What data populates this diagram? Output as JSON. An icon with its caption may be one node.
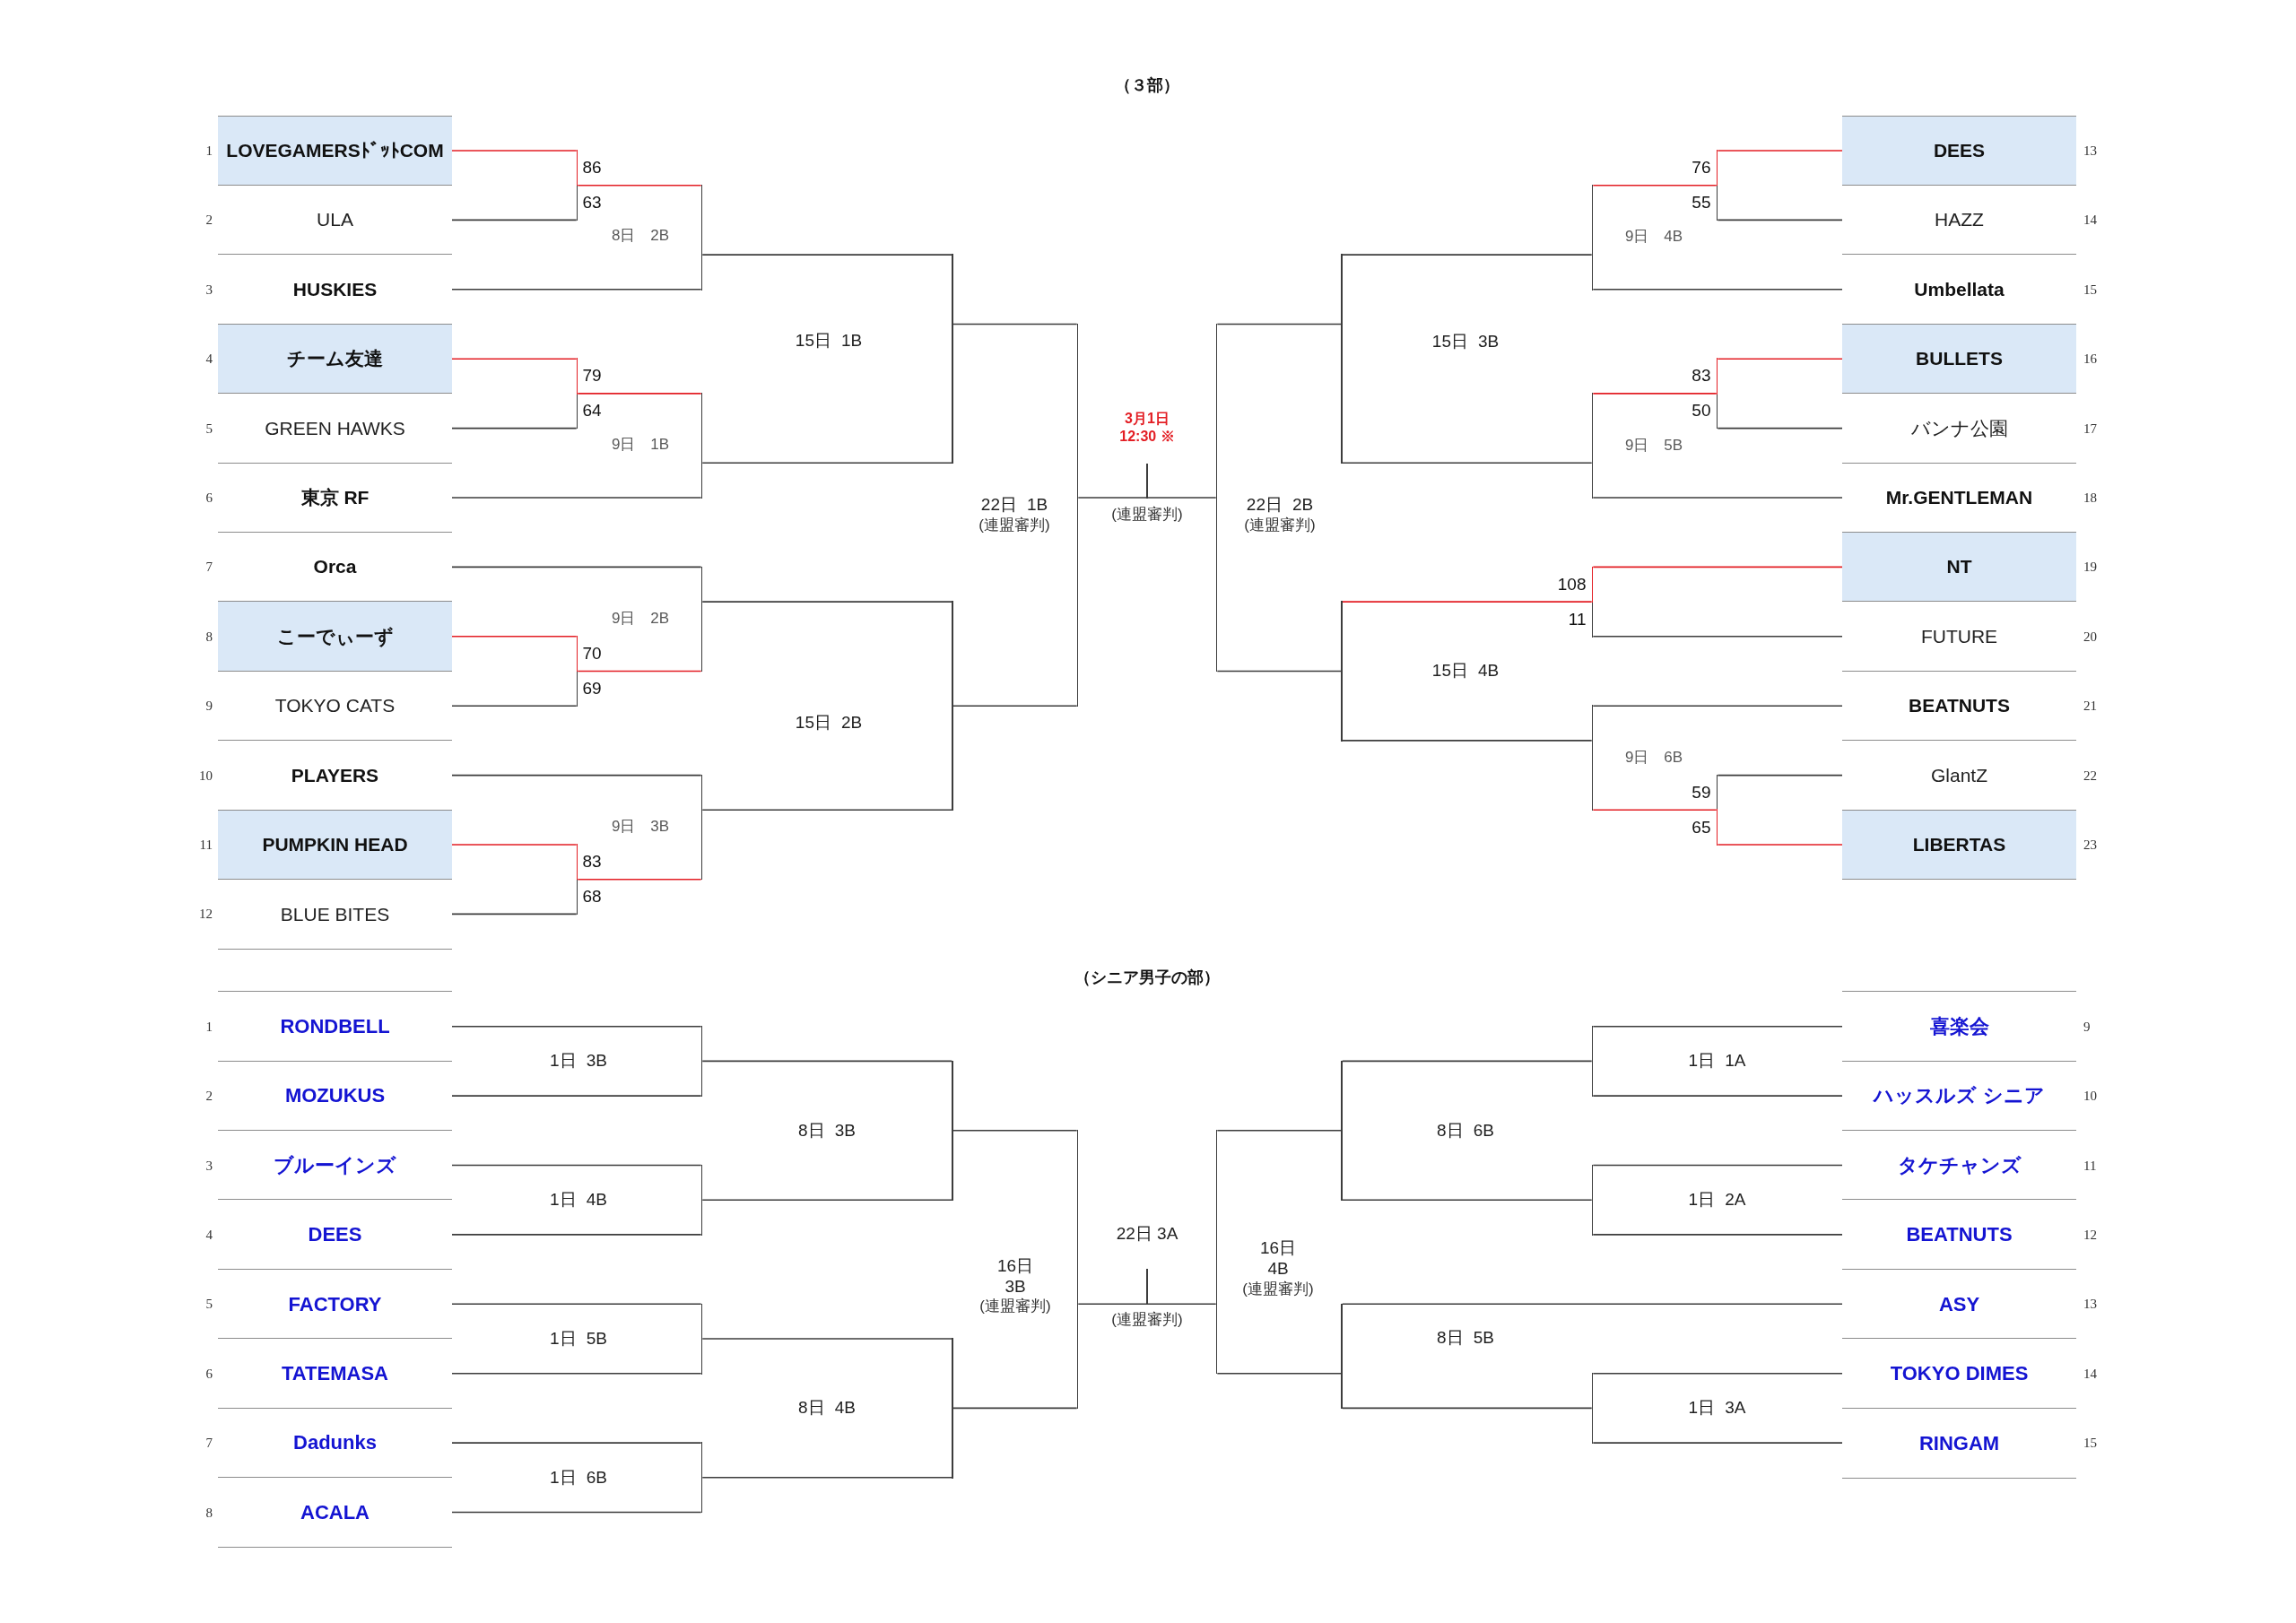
{
  "diagram": {
    "nodes": [
      {
        "text": [
          "LOVEGAMERSﾄﾞｯﾄCOM"
        ],
        "beside": [
          "1"
        ]
      },
      {
        "text": [
          "ULA"
        ],
        "beside": [
          "2"
        ]
      },
      {
        "text": [
          "HUSKIES"
        ],
        "beside": [
          "3"
        ]
      },
      {
        "text": [
          "チーム友達"
        ],
        "beside": [
          "4"
        ]
      },
      {
        "text": [
          "GREEN HAWKS"
        ],
        "beside": [
          "5"
        ]
      },
      {
        "text": [
          "東京 RF"
        ],
        "beside": [
          "6"
        ]
      },
      {
        "text": [
          "Orca"
        ],
        "beside": [
          "7"
        ]
      },
      {
        "text": [
          "こーでぃーず"
        ],
        "beside": [
          "8"
        ]
      },
      {
        "text": [
          "TOKYO CATS"
        ],
        "beside": [
          "9"
        ]
      },
      {
        "text": [
          "PLAYERS"
        ],
        "beside": [
          "10"
        ]
      },
      {
        "text": [
          "PUMPKIN HEAD"
        ],
        "beside": [
          "11"
        ]
      },
      {
        "text": [
          "BLUE BITES"
        ],
        "beside": [
          "12"
        ]
      },
      {
        "text": [],
        "shape": "bar",
        "beside": [
          "86",
          "63"
        ]
      },
      {
        "text": [],
        "shape": "bar",
        "beside": [
          "8日　2B"
        ]
      },
      {
        "text": [],
        "shape": "bar",
        "beside": [
          "79",
          "64"
        ]
      },
      {
        "text": [],
        "shape": "bar",
        "beside": [
          "9日　1B"
        ]
      },
      {
        "text": [],
        "shape": "bar"
      },
      {
        "text": [],
        "shape": "bar",
        "beside": [
          "9日　2B"
        ]
      },
      {
        "text": [],
        "shape": "bar",
        "beside": [
          "70",
          "69"
        ]
      },
      {
        "text": [],
        "shape": "bar",
        "beside": [
          "9日　3B"
        ]
      },
      {
        "text": [],
        "shape": "bar",
        "beside": [
          "83",
          "68"
        ]
      },
      {
        "text": [],
        "shape": "bar"
      },
      {
        "text": [],
        "shape": "bar",
        "beside": [
          "22日 1B",
          "(連盟審判)"
        ]
      },
      {
        "text": [],
        "shape": "bar",
        "beside": [
          "3月1日 12:30 ※",
          "(連盟審判)"
        ]
      },
      {
        "text": [],
        "shape": "bar",
        "beside": [
          "22日 2B",
          "(連盟審判)"
        ]
      },
      {
        "text": [],
        "shape": "bar"
      },
      {
        "text": [],
        "shape": "bar",
        "beside": [
          "9日　4B"
        ]
      },
      {
        "text": [],
        "shape": "bar",
        "beside": [
          "76",
          "55"
        ]
      },
      {
        "text": [],
        "shape": "bar",
        "beside": [
          "9日　5B"
        ]
      },
      {
        "text": [],
        "shape": "bar",
        "beside": [
          "83",
          "50"
        ]
      },
      {
        "text": [],
        "shape": "bar"
      },
      {
        "text": [],
        "shape": "bar",
        "beside": [
          "108",
          "11"
        ]
      },
      {
        "text": [],
        "shape": "bar",
        "beside": [
          "9日　6B"
        ]
      },
      {
        "text": [],
        "shape": "bar",
        "beside": [
          "59",
          "65"
        ]
      },
      {
        "text": [
          "DEES"
        ],
        "beside": [
          "13"
        ]
      },
      {
        "text": [
          "HAZZ"
        ],
        "beside": [
          "14"
        ]
      },
      {
        "text": [
          "Umbellata"
        ],
        "beside": [
          "15"
        ]
      },
      {
        "text": [
          "BULLETS"
        ],
        "beside": [
          "16"
        ]
      },
      {
        "text": [
          "バンナ公園"
        ],
        "beside": [
          "17"
        ]
      },
      {
        "text": [
          "Mr.GENTLEMAN"
        ],
        "beside": [
          "18"
        ]
      },
      {
        "text": [
          "NT"
        ],
        "beside": [
          "19"
        ]
      },
      {
        "text": [
          "FUTURE"
        ],
        "beside": [
          "20"
        ]
      },
      {
        "text": [
          "BEATNUTS"
        ],
        "beside": [
          "21"
        ]
      },
      {
        "text": [
          "GlantZ"
        ],
        "beside": [
          "22"
        ]
      },
      {
        "text": [
          "LIBERTAS"
        ],
        "beside": [
          "23"
        ]
      },
      {
        "text": [
          "RONDBELL"
        ],
        "beside": [
          "1"
        ]
      },
      {
        "text": [
          "MOZUKUS"
        ],
        "beside": [
          "2"
        ]
      },
      {
        "text": [
          "ブルーインズ"
        ],
        "beside": [
          "3"
        ]
      },
      {
        "text": [
          "DEES"
        ],
        "beside": [
          "4"
        ]
      },
      {
        "text": [
          "FACTORY"
        ],
        "beside": [
          "5"
        ]
      },
      {
        "text": [
          "TATEMASA"
        ],
        "beside": [
          "6"
        ]
      },
      {
        "text": [
          "Dadunks"
        ],
        "beside": [
          "7"
        ]
      },
      {
        "text": [
          "ACALA"
        ],
        "beside": [
          "8"
        ]
      },
      {
        "text": [],
        "shape": "bar"
      },
      {
        "text": [],
        "shape": "bar"
      },
      {
        "text": [],
        "shape": "bar"
      },
      {
        "text": [],
        "shape": "bar"
      },
      {
        "text": [],
        "shape": "bar"
      },
      {
        "text": [],
        "shape": "bar"
      },
      {
        "text": [],
        "shape": "bar",
        "beside": [
          "16日 3B",
          "(連盟審判)"
        ]
      },
      {
        "text": [],
        "shape": "bar",
        "beside": [
          "22日 3A",
          "(連盟審判)"
        ]
      },
      {
        "text": [],
        "shape": "bar",
        "beside": [
          "16日 4B",
          "(連盟審判)"
        ]
      },
      {
        "text": [],
        "shape": "bar"
      },
      {
        "text": [],
        "shape": "bar"
      },
      {
        "text": [],
        "shape": "bar"
      },
      {
        "text": [],
        "shape": "bar"
      },
      {
        "text": [],
        "shape": "bar"
      },
      {
        "text": [
          "喜楽会"
        ],
        "beside": [
          "9"
        ]
      },
      {
        "text": [
          "ハッスルズ シニア"
        ],
        "beside": [
          "10"
        ]
      },
      {
        "text": [
          "タケチャンズ"
        ],
        "beside": [
          "11"
        ]
      },
      {
        "text": [
          "BEATNUTS"
        ],
        "beside": [
          "12"
        ]
      },
      {
        "text": [
          "ASY"
        ],
        "beside": [
          "13"
        ]
      },
      {
        "text": [
          "TOKYO DIMES"
        ],
        "beside": [
          "14"
        ]
      },
      {
        "text": [
          "RINGAM"
        ],
        "beside": [
          "15"
        ]
      }
    ],
    "edges": [
      {
        "from": 0,
        "to": 12,
        "arrow": "none",
        "color": "#e31e24"
      },
      {
        "from": 1,
        "to": 12,
        "arrow": "none"
      },
      {
        "from": 12,
        "to": 13,
        "arrow": "none",
        "color": "#e31e24"
      },
      {
        "from": 2,
        "to": 13,
        "arrow": "none"
      },
      {
        "from": 3,
        "to": 14,
        "arrow": "none",
        "color": "#e31e24"
      },
      {
        "from": 4,
        "to": 14,
        "arrow": "none"
      },
      {
        "from": 14,
        "to": 15,
        "arrow": "none",
        "color": "#e31e24"
      },
      {
        "from": 5,
        "to": 15,
        "arrow": "none"
      },
      {
        "from": 13,
        "to": 16,
        "arrow": "none"
      },
      {
        "from": 15,
        "to": 16,
        "arrow": "none"
      },
      {
        "from": 6,
        "to": 17,
        "arrow": "none"
      },
      {
        "from": 18,
        "to": 17,
        "arrow": "none",
        "color": "#e31e24"
      },
      {
        "from": 7,
        "to": 18,
        "arrow": "none",
        "color": "#e31e24"
      },
      {
        "from": 8,
        "to": 18,
        "arrow": "none"
      },
      {
        "from": 9,
        "to": 19,
        "arrow": "none"
      },
      {
        "from": 20,
        "to": 19,
        "arrow": "none",
        "color": "#e31e24"
      },
      {
        "from": 10,
        "to": 20,
        "arrow": "none",
        "color": "#e31e24"
      },
      {
        "from": 11,
        "to": 20,
        "arrow": "none"
      },
      {
        "from": 17,
        "to": 21,
        "arrow": "none"
      },
      {
        "from": 19,
        "to": 21,
        "arrow": "none"
      },
      {
        "from": 16,
        "to": 22,
        "arrow": "none"
      },
      {
        "from": 21,
        "to": 22,
        "arrow": "none"
      },
      {
        "from": 22,
        "to": 23,
        "arrow": "none"
      },
      {
        "from": 24,
        "to": 23,
        "arrow": "none"
      },
      {
        "from": 25,
        "to": 24,
        "arrow": "none"
      },
      {
        "from": 30,
        "to": 24,
        "arrow": "none"
      },
      {
        "from": 26,
        "to": 25,
        "arrow": "none"
      },
      {
        "from": 28,
        "to": 25,
        "arrow": "none"
      },
      {
        "from": 27,
        "to": 26,
        "arrow": "none",
        "color": "#e31e24"
      },
      {
        "from": 36,
        "to": 26,
        "arrow": "none"
      },
      {
        "from": 34,
        "to": 27,
        "arrow": "none",
        "color": "#e31e24"
      },
      {
        "from": 35,
        "to": 27,
        "arrow": "none"
      },
      {
        "from": 29,
        "to": 28,
        "arrow": "none",
        "color": "#e31e24"
      },
      {
        "from": 39,
        "to": 28,
        "arrow": "none"
      },
      {
        "from": 37,
        "to": 29,
        "arrow": "none",
        "color": "#e31e24"
      },
      {
        "from": 38,
        "to": 29,
        "arrow": "none"
      },
      {
        "from": 31,
        "to": 30,
        "arrow": "none",
        "color": "#e31e24"
      },
      {
        "from": 32,
        "to": 30,
        "arrow": "none"
      },
      {
        "from": 40,
        "to": 31,
        "arrow": "none",
        "color": "#e31e24"
      },
      {
        "from": 41,
        "to": 31,
        "arrow": "none"
      },
      {
        "from": 42,
        "to": 32,
        "arrow": "none"
      },
      {
        "from": 33,
        "to": 32,
        "arrow": "none",
        "color": "#e31e24"
      },
      {
        "from": 43,
        "to": 33,
        "arrow": "none"
      },
      {
        "from": 44,
        "to": 33,
        "arrow": "none",
        "color": "#e31e24"
      },
      {
        "from": 45,
        "to": 53,
        "arrow": "none"
      },
      {
        "from": 46,
        "to": 53,
        "arrow": "none"
      },
      {
        "from": 47,
        "to": 54,
        "arrow": "none"
      },
      {
        "from": 48,
        "to": 54,
        "arrow": "none"
      },
      {
        "from": 53,
        "to": 55,
        "arrow": "none"
      },
      {
        "from": 54,
        "to": 55,
        "arrow": "none"
      },
      {
        "from": 49,
        "to": 56,
        "arrow": "none"
      },
      {
        "from": 50,
        "to": 56,
        "arrow": "none"
      },
      {
        "from": 51,
        "to": 57,
        "arrow": "none"
      },
      {
        "from": 52,
        "to": 57,
        "arrow": "none"
      },
      {
        "from": 56,
        "to": 58,
        "arrow": "none"
      },
      {
        "from": 57,
        "to": 58,
        "arrow": "none"
      },
      {
        "from": 55,
        "to": 59,
        "arrow": "none"
      },
      {
        "from": 58,
        "to": 59,
        "arrow": "none"
      },
      {
        "from": 59,
        "to": 60,
        "arrow": "none"
      },
      {
        "from": 61,
        "to": 60,
        "arrow": "none"
      },
      {
        "from": 62,
        "to": 61,
        "arrow": "none"
      },
      {
        "from": 65,
        "to": 61,
        "arrow": "none"
      },
      {
        "from": 63,
        "to": 62,
        "arrow": "none"
      },
      {
        "from": 64,
        "to": 62,
        "arrow": "none"
      },
      {
        "from": 67,
        "to": 63,
        "arrow": "none"
      },
      {
        "from": 68,
        "to": 63,
        "arrow": "none"
      },
      {
        "from": 69,
        "to": 64,
        "arrow": "none"
      },
      {
        "from": 70,
        "to": 64,
        "arrow": "none"
      },
      {
        "from": 71,
        "to": 65,
        "arrow": "none"
      },
      {
        "from": 66,
        "to": 65,
        "arrow": "none"
      },
      {
        "from": 72,
        "to": 66,
        "arrow": "none"
      },
      {
        "from": 73,
        "to": 66,
        "arrow": "none"
      }
    ],
    "labels": [
      "（３部）",
      "15日 1B",
      "15日 3B",
      "15日 4B",
      "15日 2B",
      "（シニア男子の部）",
      "1日 3B",
      "1日 1A",
      "8日 3B",
      "8日 6B",
      "1日 4B",
      "1日 2A",
      "1日 5B",
      "8日 5B",
      "8日 4B",
      "1日 3A",
      "1日 6B"
    ]
  }
}
